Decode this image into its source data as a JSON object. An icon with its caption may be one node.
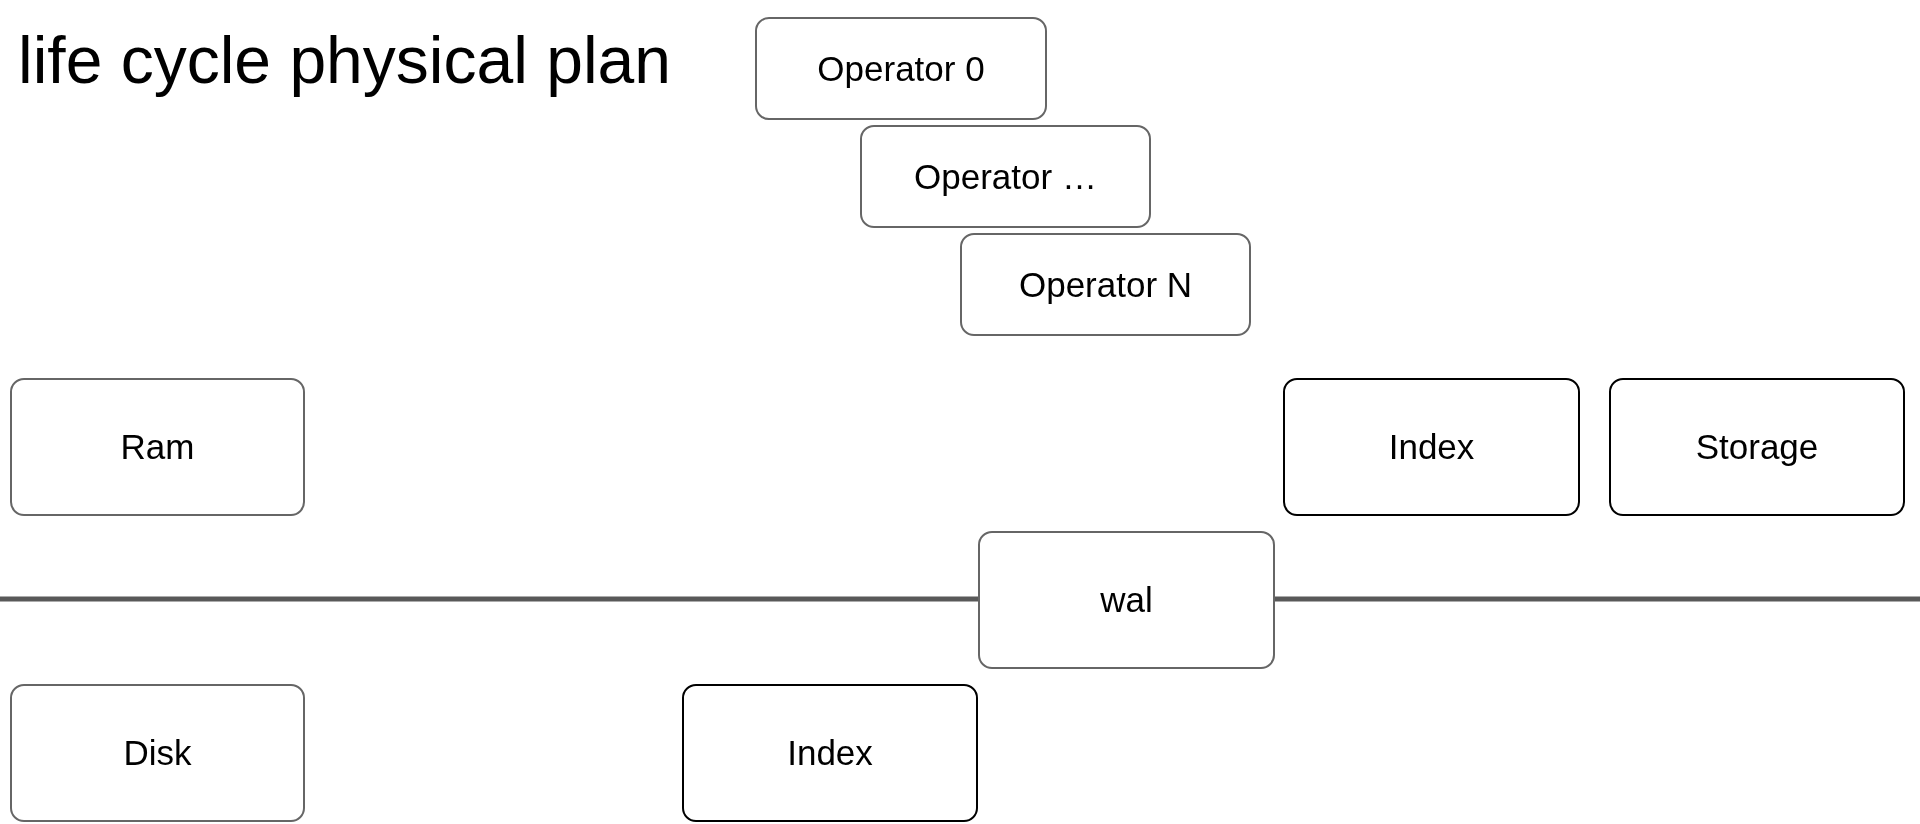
{
  "diagram": {
    "title": "life cycle physical plan",
    "nodes": [
      {
        "text": [
          "Operator 0"
        ]
      },
      {
        "text": [
          "Operator …"
        ]
      },
      {
        "text": [
          "Operator N"
        ]
      },
      {
        "text": [
          "Ram"
        ]
      },
      {
        "text": [
          "Index"
        ]
      },
      {
        "text": [
          "Storage"
        ]
      },
      {
        "text": [
          "wal"
        ]
      },
      {
        "text": [
          "Disk"
        ]
      },
      {
        "text": [
          "Index"
        ]
      }
    ],
    "edges": []
  }
}
